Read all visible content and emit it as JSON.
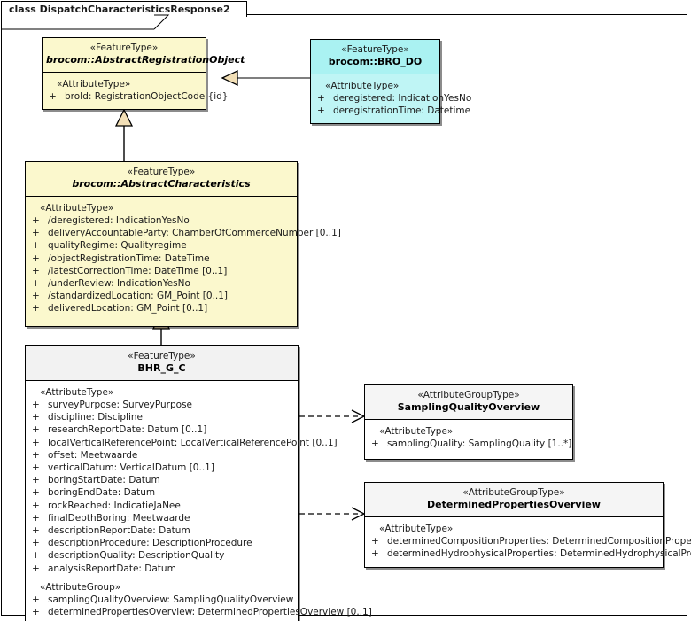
{
  "diagram": {
    "frame_label": "class DispatchCharacteristicsResponse2"
  },
  "classes": [
    {
      "id": "abstract-registration-object",
      "stereotype": "«FeatureType»",
      "name": "brocom::AbstractRegistrationObject",
      "compartment_label": "«AttributeType»",
      "attributes": [
        {
          "visibility": "+",
          "text": "broId: RegistrationObjectCode {id}"
        }
      ]
    },
    {
      "id": "bro-do",
      "stereotype": "«FeatureType»",
      "name": "brocom::BRO_DO",
      "compartment_label": "«AttributeType»",
      "attributes": [
        {
          "visibility": "+",
          "text": "deregistered: IndicationYesNo"
        },
        {
          "visibility": "+",
          "text": "deregistrationTime: Datetime"
        }
      ]
    },
    {
      "id": "abstract-characteristics",
      "stereotype": "«FeatureType»",
      "name": "brocom::AbstractCharacteristics",
      "compartment_label": "«AttributeType»",
      "attributes": [
        {
          "visibility": "+",
          "text": "/deregistered: IndicationYesNo"
        },
        {
          "visibility": "+",
          "text": "deliveryAccountableParty: ChamberOfCommerceNumber [0..1]"
        },
        {
          "visibility": "+",
          "text": "qualityRegime: Qualityregime"
        },
        {
          "visibility": "+",
          "text": "/objectRegistrationTime: DateTime"
        },
        {
          "visibility": "+",
          "text": "/latestCorrectionTime: DateTime [0..1]"
        },
        {
          "visibility": "+",
          "text": "/underReview: IndicationYesNo"
        },
        {
          "visibility": "+",
          "text": "/standardizedLocation: GM_Point [0..1]"
        },
        {
          "visibility": "+",
          "text": "deliveredLocation: GM_Point [0..1]"
        }
      ]
    },
    {
      "id": "bhr-g-c",
      "stereotype": "«FeatureType»",
      "name": "BHR_G_C",
      "compartment_label": "«AttributeType»",
      "attributes": [
        {
          "visibility": "+",
          "text": "surveyPurpose: SurveyPurpose"
        },
        {
          "visibility": "+",
          "text": "discipline: Discipline"
        },
        {
          "visibility": "+",
          "text": "researchReportDate: Datum [0..1]"
        },
        {
          "visibility": "+",
          "text": "localVerticalReferencePoint: LocalVerticalReferencePoint [0..1]"
        },
        {
          "visibility": "+",
          "text": "offset: Meetwaarde"
        },
        {
          "visibility": "+",
          "text": "verticalDatum: VerticalDatum [0..1]"
        },
        {
          "visibility": "+",
          "text": "boringStartDate: Datum"
        },
        {
          "visibility": "+",
          "text": "boringEndDate: Datum"
        },
        {
          "visibility": "+",
          "text": "rockReached: IndicatieJaNee"
        },
        {
          "visibility": "+",
          "text": "finalDepthBoring: Meetwaarde"
        },
        {
          "visibility": "+",
          "text": "descriptionReportDate: Datum"
        },
        {
          "visibility": "+",
          "text": "descriptionProcedure: DescriptionProcedure"
        },
        {
          "visibility": "+",
          "text": "descriptionQuality: DescriptionQuality"
        },
        {
          "visibility": "+",
          "text": "analysisReportDate: Datum"
        }
      ],
      "second_compartment_label": "«AttributeGroup»",
      "second_attributes": [
        {
          "visibility": "+",
          "text": "samplingQualityOverview: SamplingQualityOverview"
        },
        {
          "visibility": "+",
          "text": "determinedPropertiesOverview: DeterminedPropertiesOverview [0..1]"
        }
      ]
    },
    {
      "id": "sampling-quality-overview",
      "stereotype": "«AttributeGroupType»",
      "name": "SamplingQualityOverview",
      "compartment_label": "«AttributeType»",
      "attributes": [
        {
          "visibility": "+",
          "text": "samplingQuality: SamplingQuality [1..*]"
        }
      ]
    },
    {
      "id": "determined-properties-overview",
      "stereotype": "«AttributeGroupType»",
      "name": "DeterminedPropertiesOverview",
      "compartment_label": "«AttributeType»",
      "attributes": [
        {
          "visibility": "+",
          "text": "determinedCompositionProperties: DeterminedCompositionProperties"
        },
        {
          "visibility": "+",
          "text": "determinedHydrophysicalProperties: DeterminedHydrophysicalProperties"
        }
      ]
    }
  ],
  "connectors": [
    {
      "name": "generalization-bro-do-to-abstract-registration-object",
      "type": "generalization"
    },
    {
      "name": "generalization-abstract-characteristics-to-abstract-registration-object",
      "type": "generalization"
    },
    {
      "name": "generalization-bhr-g-c-to-abstract-characteristics",
      "type": "generalization"
    },
    {
      "name": "dependency-bhr-g-c-to-sampling-quality-overview",
      "type": "dependency"
    },
    {
      "name": "dependency-bhr-g-c-to-determined-properties-overview",
      "type": "dependency"
    }
  ],
  "colors": {
    "feature_type_fill": "#fbf8cd",
    "bro_do_fill": "#bff5f5",
    "neutral_fill": "#ffffff",
    "border": "#000000"
  }
}
